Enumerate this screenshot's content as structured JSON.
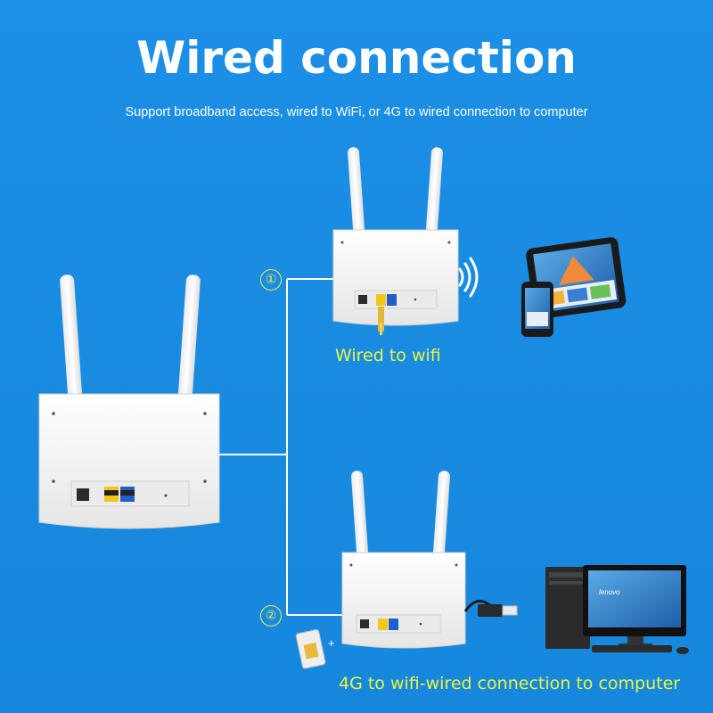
{
  "header": {
    "title": "Wired connection",
    "subtitle": "Support broadband access, wired to WiFi, or 4G to wired connection to computer"
  },
  "scenarios": [
    {
      "number": "①",
      "label": "Wired to wifi"
    },
    {
      "number": "②",
      "label": "4G to wifi-wired connection to computer"
    }
  ],
  "monitor_brand": "lenovo",
  "sim_plus": "+",
  "colors": {
    "background": "#1a8be0",
    "accent_yellow": "#e8f545",
    "router_white": "#f4f4f4",
    "port_yellow": "#f5c518",
    "port_blue": "#1e5fc8"
  }
}
